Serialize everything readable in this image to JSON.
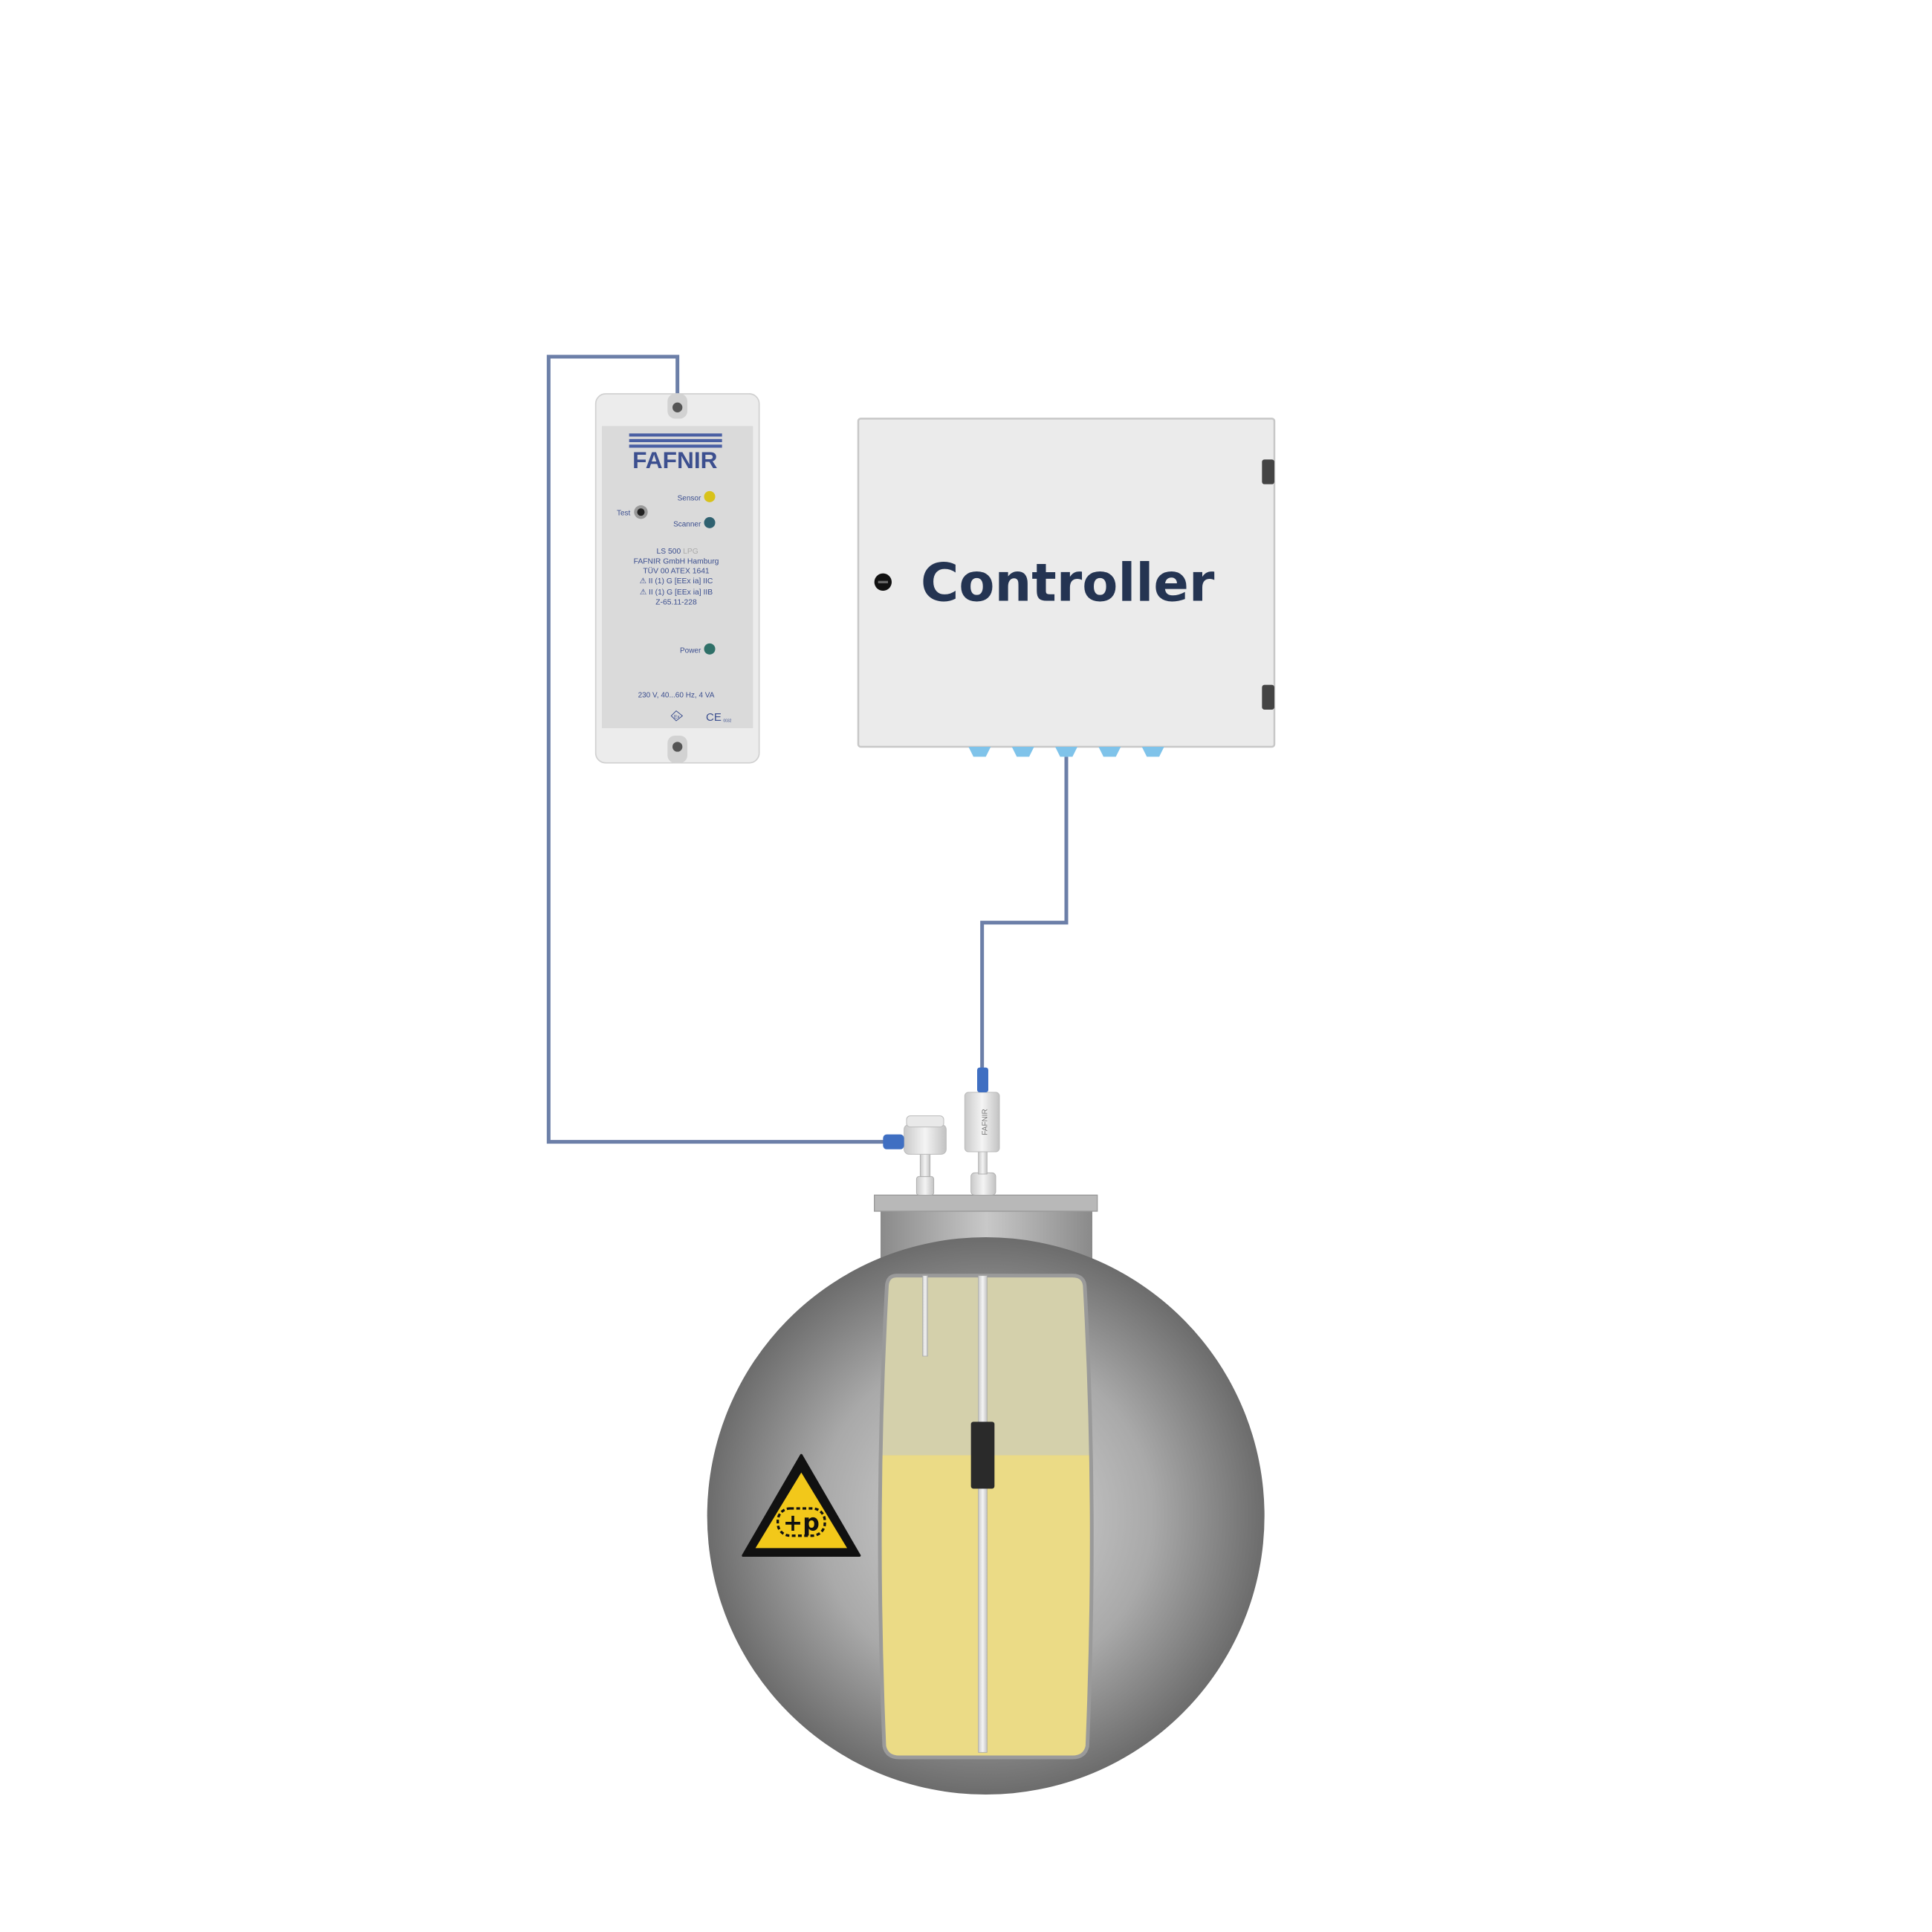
{
  "device": {
    "brand": "FAFNIR",
    "test_label": "Test",
    "sensor_label": "Sensor",
    "scanner_label": "Scanner",
    "model": "LS 500",
    "model_variant": "LPG",
    "company": "FAFNIR GmbH Hamburg",
    "cert": "TÜV 00 ATEX 1641",
    "ex_line1": "⚠ II (1) G [EEx ia] IIC",
    "ex_line2": "⚠ II (1) G [EEx ia] IIB",
    "approval": "Z-65.11-228",
    "power_label": "Power",
    "rating": "230 V, 40...60 Hz, 4 VA",
    "ex_mark": "Ex",
    "ce_mark": "CE",
    "ce_number": "0032"
  },
  "controller": {
    "label": "Controller"
  },
  "sensor_head": {
    "brand": "FAFNIR"
  },
  "warning": {
    "symbol": "+p"
  },
  "colors": {
    "cable": "#6c7fa8",
    "vapor": "#d4d0ab",
    "liquid": "#ebdb86",
    "sensor_led": "#d8c21a",
    "scanner_led": "#2f6170",
    "power_led": "#2f7068"
  }
}
